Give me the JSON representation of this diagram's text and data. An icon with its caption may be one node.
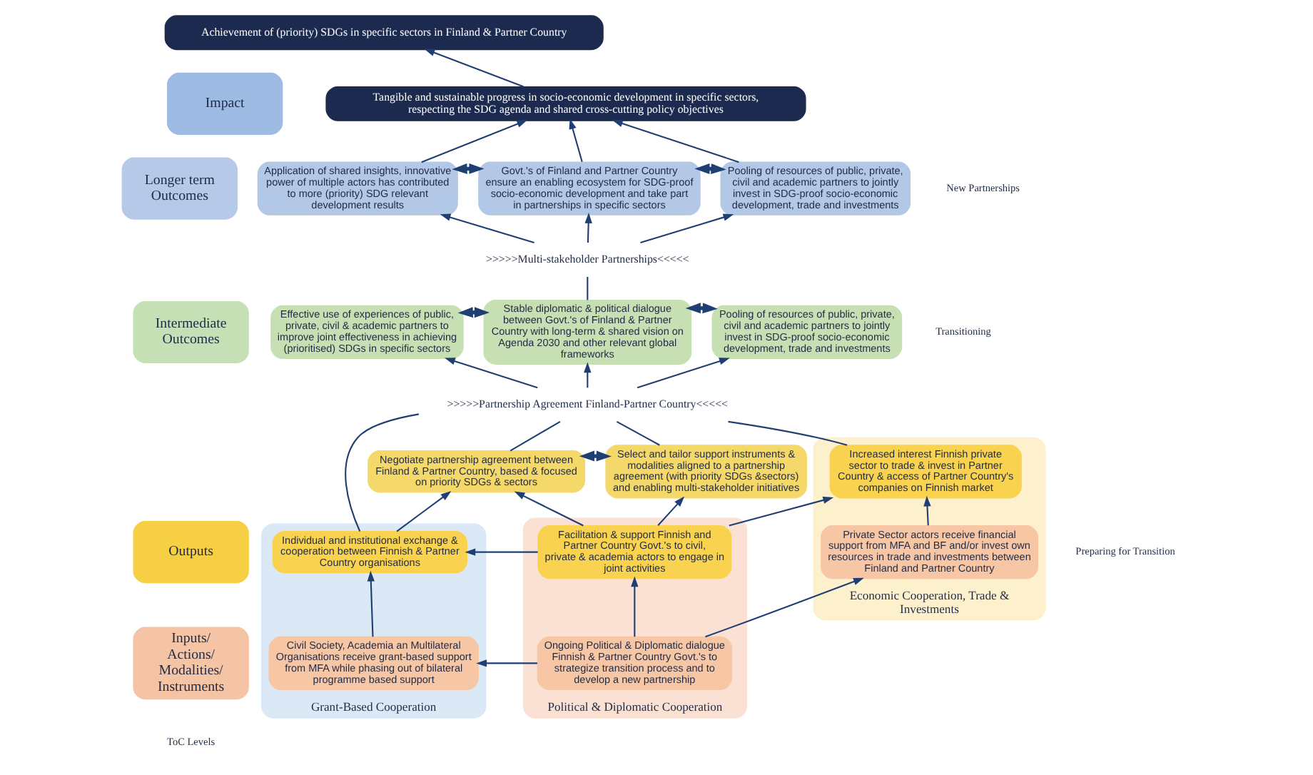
{
  "diagram": {
    "nodes": [
      {
        "text": [
          "Impact"
        ]
      },
      {
        "text": [
          "Achievement of (priority) SDGs in specific sectors in Finland & Partner Country"
        ]
      },
      {
        "text": [
          "Tangible and sustainable progress in socio-economic development in specific sectors, respecting the SDG agenda and shared cross-cutting policy objectives"
        ]
      },
      {
        "text": [
          "Longer term Outcomes"
        ]
      },
      {
        "text": [
          "Application of shared insights, innovative power of multiple actors has contributed to more (priority) SDG relevant development results"
        ]
      },
      {
        "text": [
          "Govt.'s of Finland and Partner Country ensure an enabling ecosystem for SDG-proof socio-economic development and take part in partnerships in specific sectors"
        ]
      },
      {
        "text": [
          "Pooling of resources of public, private, civil and academic partners to jointly invest in SDG-proof socio-economic development, trade and investments"
        ]
      },
      {
        "text": [
          "Intermediate Outcomes"
        ]
      },
      {
        "text": [
          ">>>>>Multi-stakeholder Partnerships<<<<<"
        ]
      },
      {
        "text": [
          "Effective use of experiences of public, private, civil & academic partners to improve joint effectiveness in achieving (prioritised) SDGs in specific sectors"
        ]
      },
      {
        "text": [
          "Stable diplomatic & political dialogue between Govt.'s of Finland & Partner Country with long-term & shared vision on Agenda 2030 and other relevant global frameworks"
        ]
      },
      {
        "text": [
          "Pooling of resources of public, private, civil and academic partners to jointly invest in SDG-proof socio-economic development, trade and investments"
        ]
      },
      {
        "text": [
          ">>>>>Partnership Agreement Finland-Partner Country<<<<<"
        ]
      },
      {
        "text": [
          "Negotiate partnership agreement between Finland & Partner Country, based & focused on priority SDGs & sectors"
        ]
      },
      {
        "text": [
          "Select and tailor support instruments & modalities aligned to a partnership agreement (with priority SDGs &sectors) and enabling multi-stakeholder initiatives"
        ]
      },
      {
        "text": [
          "Outputs"
        ]
      },
      {
        "text": [
          "Grant-Based Cooperation"
        ]
      },
      {
        "text": [
          "Individual and institutional exchange & cooperation between Finnish & Partner Country organisations"
        ],
        "in": 16
      },
      {
        "text": [
          "Political & Diplomatic Cooperation"
        ]
      },
      {
        "text": [
          "Facilitation & support Finnish and Partner Country Govt.'s to civil, private & academia actors to engage in joint activities"
        ],
        "in": 18
      },
      {
        "text": [
          "Economic Cooperation, Trade & Investments"
        ]
      },
      {
        "text": [
          "Increased interest Finnish private sector to trade & invest in Partner Country & access of Partner Country's companies on Finnish market"
        ],
        "in": 20
      },
      {
        "text": [
          "Inputs/ Actions/ Modalities/ Instruments"
        ]
      },
      {
        "text": [
          "Civil Society, Academia an Multilateral Organisations receive grant-based support from MFA while phasing out of bilateral programme based support"
        ],
        "in": 16
      },
      {
        "text": [
          "Ongoing Political & Diplomatic dialogue Finnish & Partner Country Govt.'s to strategize transition process and to develop a new partnership"
        ],
        "in": 18
      },
      {
        "text": [
          "Private Sector actors receive financial support from MFA and BF and/or invest own resources in trade and investments between Finland and Partner Country"
        ],
        "in": 20
      }
    ],
    "edges": [
      {
        "from": 24,
        "to": 23,
        "arrow": "to"
      },
      {
        "from": 24,
        "to": 25,
        "arrow": "to"
      },
      {
        "from": 23,
        "to": 17,
        "arrow": "to"
      },
      {
        "from": 24,
        "to": 19,
        "arrow": "to"
      },
      {
        "from": 25,
        "to": 21,
        "arrow": "to"
      },
      {
        "from": 19,
        "to": 17,
        "arrow": "to"
      },
      {
        "from": 19,
        "to": 21,
        "arrow": "to"
      },
      {
        "from": 19,
        "to": 13,
        "arrow": "to"
      },
      {
        "from": 19,
        "to": 14,
        "arrow": "to"
      },
      {
        "from": 17,
        "to": 13,
        "arrow": "to"
      },
      {
        "from": 13,
        "to": 14,
        "arrow": "both",
        "style": "thick"
      },
      {
        "from": 17,
        "to": 12,
        "arrow": "none"
      },
      {
        "from": 13,
        "to": 12,
        "arrow": "none"
      },
      {
        "from": 14,
        "to": 12,
        "arrow": "none"
      },
      {
        "from": 21,
        "to": 12,
        "arrow": "none"
      },
      {
        "from": 12,
        "to": 9,
        "arrow": "to"
      },
      {
        "from": 12,
        "to": 10,
        "arrow": "to"
      },
      {
        "from": 12,
        "to": 11,
        "arrow": "to"
      },
      {
        "from": 9,
        "to": 10,
        "arrow": "both",
        "style": "thick"
      },
      {
        "from": 10,
        "to": 11,
        "arrow": "both",
        "style": "thick"
      },
      {
        "from": 10,
        "to": 8,
        "arrow": "none"
      },
      {
        "from": 8,
        "to": 4,
        "arrow": "to"
      },
      {
        "from": 8,
        "to": 5,
        "arrow": "to"
      },
      {
        "from": 8,
        "to": 6,
        "arrow": "to"
      },
      {
        "from": 4,
        "to": 5,
        "arrow": "both",
        "style": "thick"
      },
      {
        "from": 5,
        "to": 6,
        "arrow": "both",
        "style": "thick"
      },
      {
        "from": 4,
        "to": 2,
        "arrow": "to"
      },
      {
        "from": 5,
        "to": 2,
        "arrow": "to"
      },
      {
        "from": 6,
        "to": 2,
        "arrow": "to"
      },
      {
        "from": 2,
        "to": 1,
        "arrow": "to"
      }
    ],
    "labels": [
      "New Partnerships",
      "Transitioning",
      "Preparing for Transition",
      "ToC Levels"
    ]
  }
}
